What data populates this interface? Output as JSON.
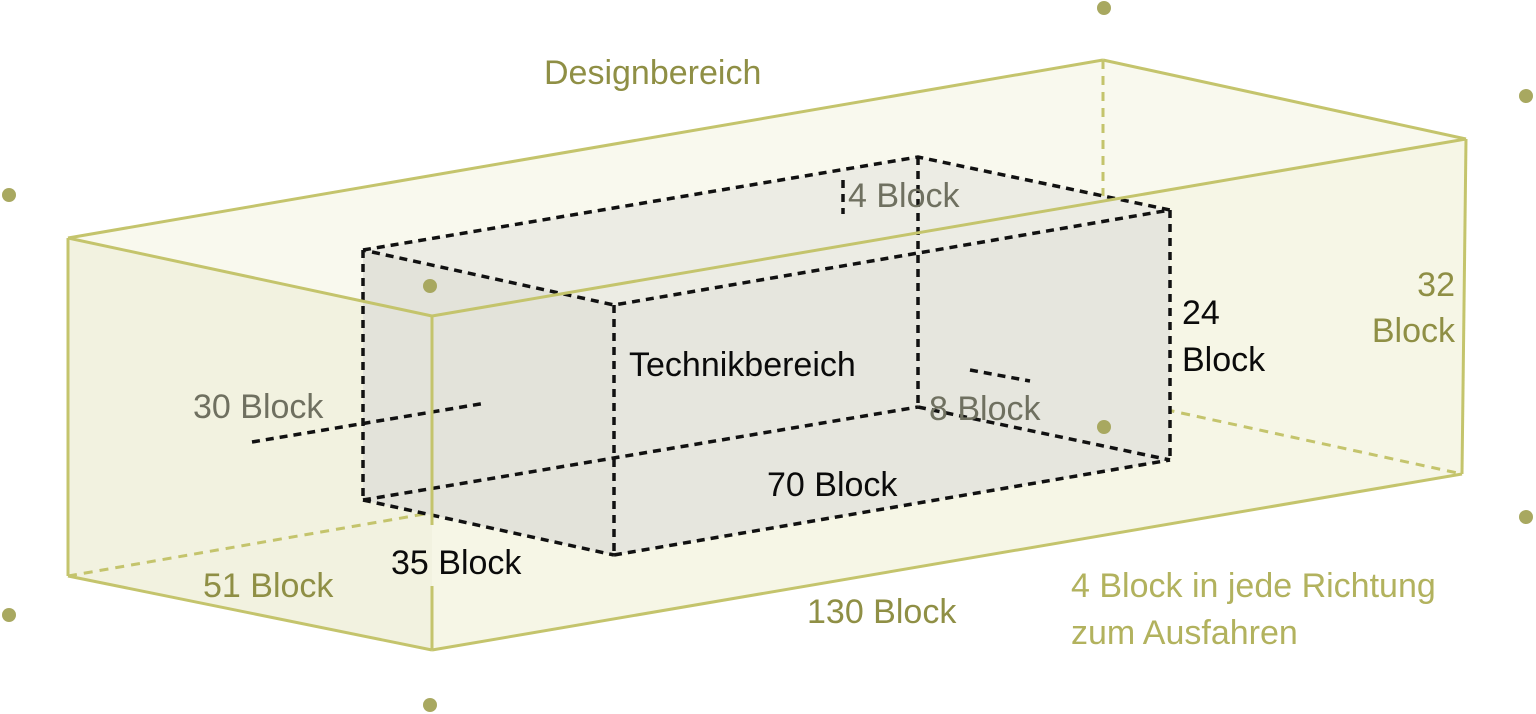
{
  "labels": {
    "design_area": "Designbereich",
    "tech_area": "Technikbereich",
    "outer_length": "130 Block",
    "outer_depth": "51 Block",
    "outer_height_num": "32",
    "outer_height_unit": "Block",
    "inner_length": "70 Block",
    "inner_depth": "35 Block",
    "inner_height_num": "24",
    "inner_height_unit": "Block",
    "offset_top": "4 Block",
    "offset_left": "30 Block",
    "offset_right": "8 Block",
    "note_line1": "4 Block in jede Richtung",
    "note_line2": "zum Ausfahren"
  },
  "colors": {
    "outer_edge": "#c4c46c",
    "outer_fill": "#f7f7e9",
    "inner_fill": "#e4e4dc",
    "inner_edge": "#111111",
    "dot": "#a8a860",
    "text_olive": "#8f8f45",
    "text_olive_light": "#b2b25e",
    "text_gray": "#6f7060"
  }
}
